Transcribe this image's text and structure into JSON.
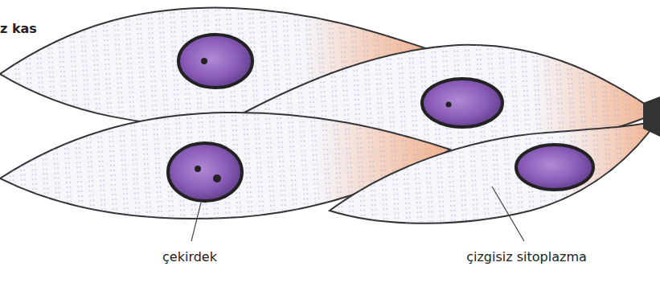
{
  "diagram": {
    "labels": [
      "z kas",
      "çekirdek",
      "çizgisiz sitoplazma"
    ]
  }
}
